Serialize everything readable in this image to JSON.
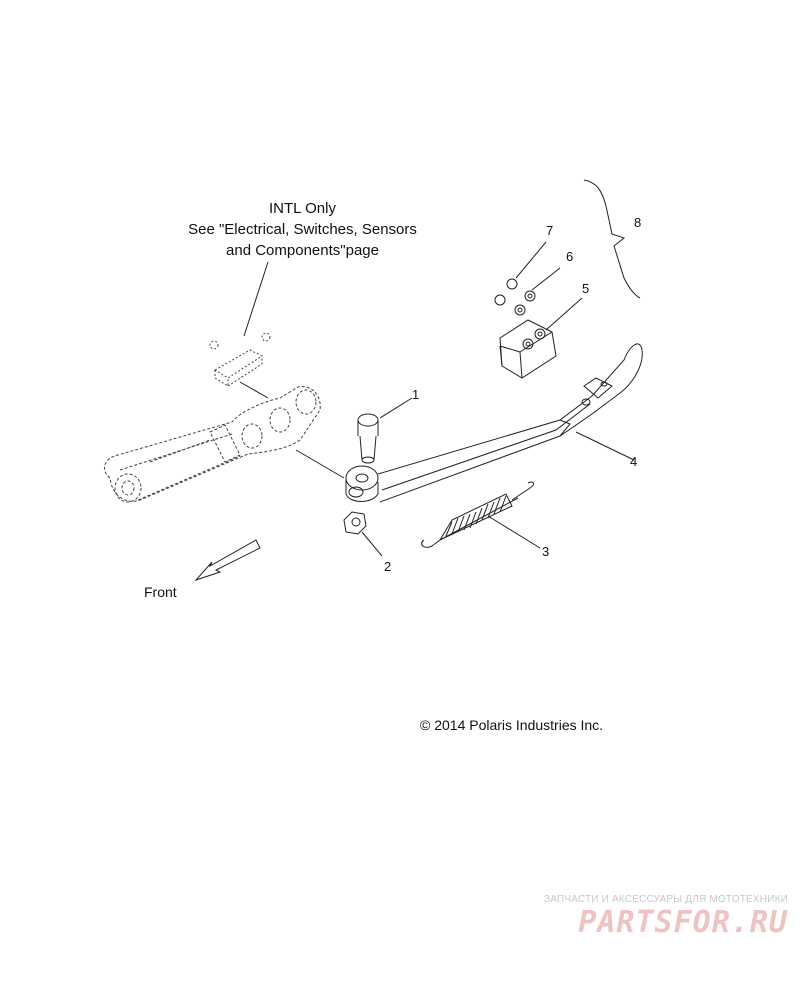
{
  "note": {
    "line1": "INTL Only",
    "line2": "See \"Electrical, Switches, Sensors",
    "line3": "and Components\"page"
  },
  "callouts": {
    "c1": "1",
    "c2": "2",
    "c3": "3",
    "c4": "4",
    "c5": "5",
    "c6": "6",
    "c7": "7",
    "c8": "8"
  },
  "front_label": "Front",
  "copyright": "© 2014 Polaris Industries Inc.",
  "watermark": {
    "tagline": "ЗАПЧАСТИ И АКСЕССУАРЫ ДЛЯ МОТОТЕХНИКИ",
    "logo": "PARTSFOR.RU"
  },
  "colors": {
    "line": "#222222",
    "watermark_text": "#f0c3c3"
  }
}
